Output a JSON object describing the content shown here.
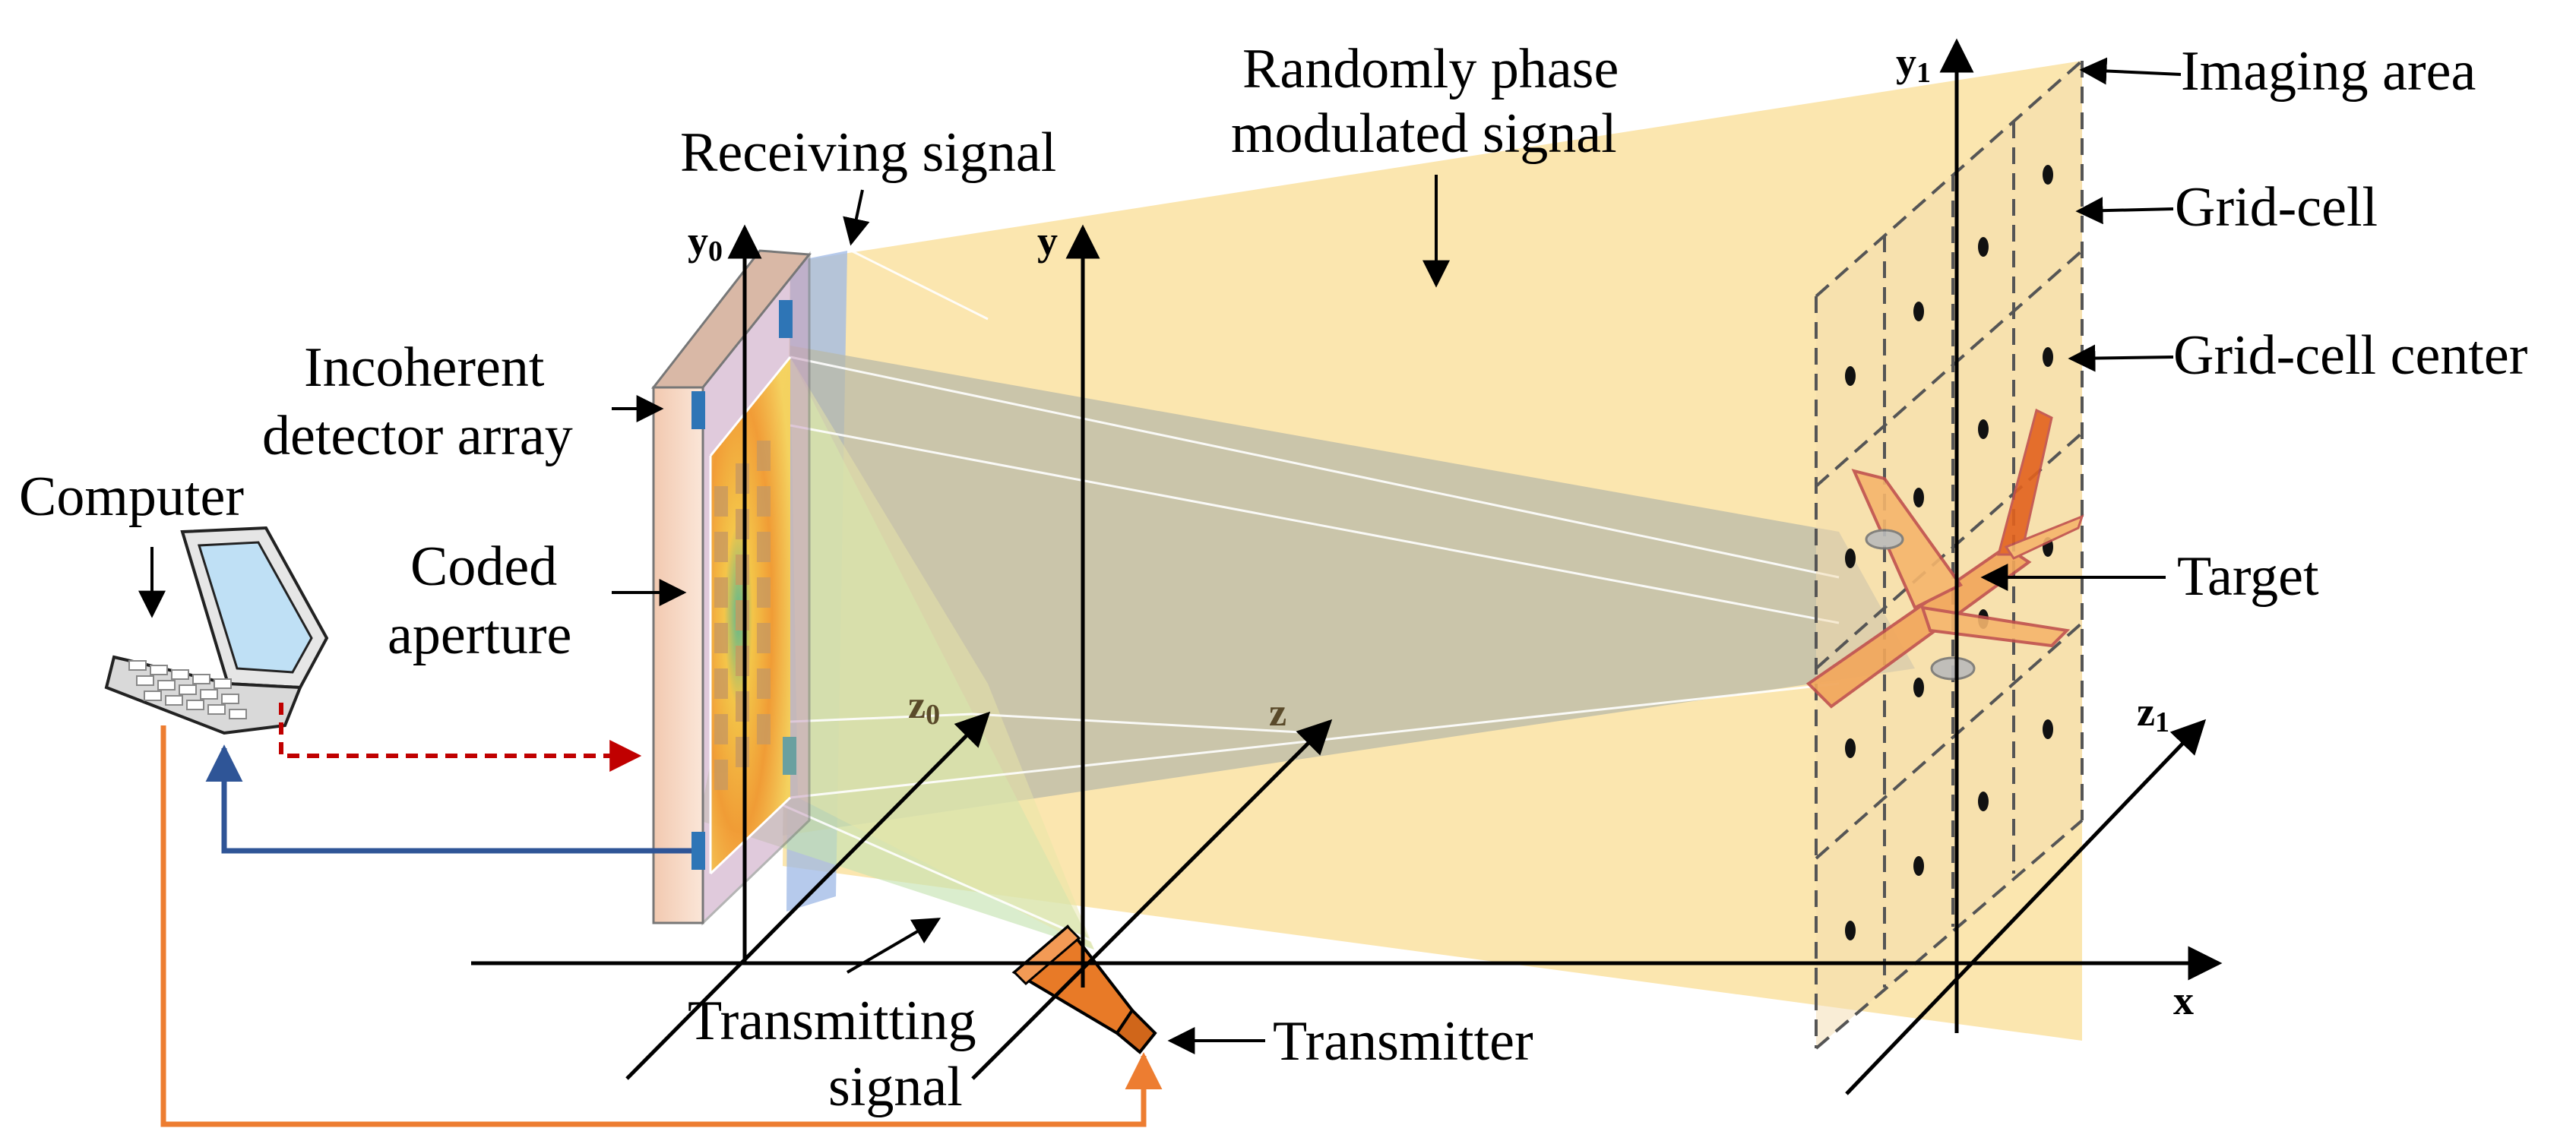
{
  "labels": {
    "randomly_phase_line1": "Randomly phase",
    "randomly_phase_line2": "modulated signal",
    "receiving_signal": "Receiving signal",
    "incoherent_line1": "Incoherent",
    "incoherent_line2": "detector array",
    "computer": "Computer",
    "coded_line1": "Coded",
    "coded_line2": "aperture",
    "imaging_area": "Imaging area",
    "grid_cell": "Grid-cell",
    "grid_cell_center": "Grid-cell center",
    "target": "Target",
    "transmitter": "Transmitter",
    "transmitting_line1": "Transmitting",
    "transmitting_line2": "signal"
  },
  "axes": {
    "y0": "y",
    "y0_sub": "0",
    "y": "y",
    "y1": "y",
    "y1_sub": "1",
    "z0": "z",
    "z0_sub": "0",
    "z": "z",
    "z1": "z",
    "z1_sub": "1",
    "x": "x"
  },
  "colors": {
    "beam_yellow": "#fbe3a6",
    "beam_blue": "#9db8e6",
    "beam_green": "#c6e3b2",
    "beam_gray": "#b9b9a8",
    "transmitter_orange": "#e87a27",
    "feedback_red": "#c00000",
    "feedback_blue": "#2f5597",
    "feedback_orange": "#ed7d31"
  }
}
